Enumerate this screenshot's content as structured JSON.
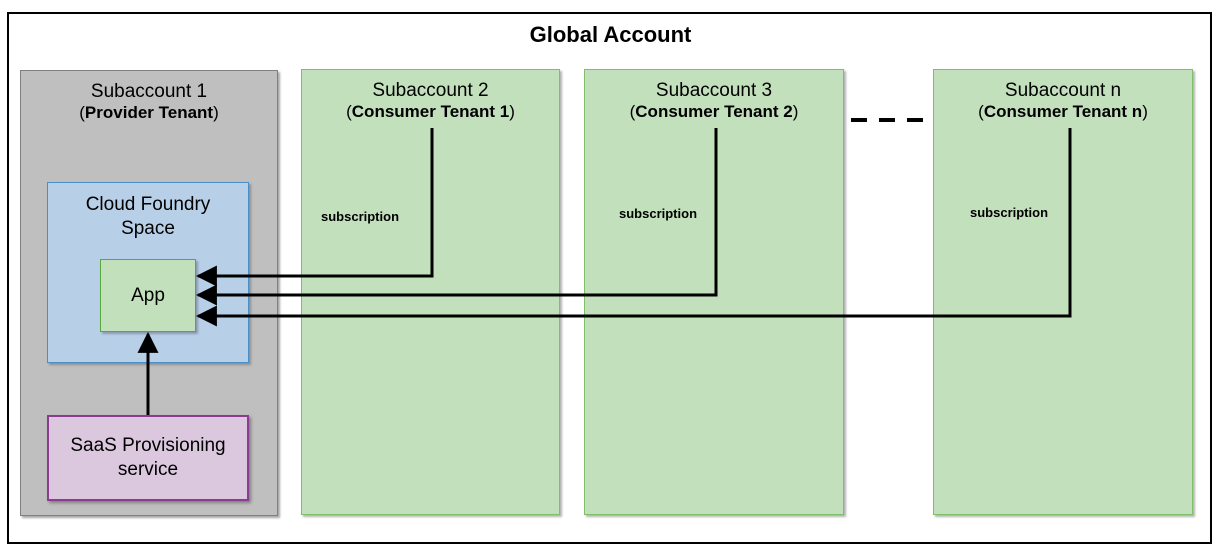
{
  "global_account": {
    "title": "Global Account"
  },
  "subaccounts": [
    {
      "title": "Subaccount 1",
      "open": "(",
      "role": "Provider Tenant",
      "close": ")"
    },
    {
      "title": "Subaccount 2",
      "open": "(",
      "role": "Consumer Tenant 1",
      "close": ")"
    },
    {
      "title": "Subaccount 3",
      "open": "(",
      "role": "Consumer Tenant 2",
      "close": ")"
    },
    {
      "title": "Subaccount n",
      "open": "(",
      "role": "Consumer Tenant n",
      "close": ")"
    }
  ],
  "cloud_foundry": {
    "line1": "Cloud Foundry",
    "line2": "Space"
  },
  "app": {
    "label": "App"
  },
  "saas": {
    "line1": "SaaS Provisioning",
    "line2": "service"
  },
  "connectors": [
    {
      "label": "subscription"
    },
    {
      "label": "subscription"
    },
    {
      "label": "subscription"
    }
  ],
  "colors": {
    "provider_fill": "#bfbfbf",
    "consumer_fill": "#c3e0bd",
    "cf_space_fill": "#b8cfe8",
    "app_fill": "#c3e0bd",
    "saas_fill": "#dcc8de",
    "connector": "#000000"
  }
}
